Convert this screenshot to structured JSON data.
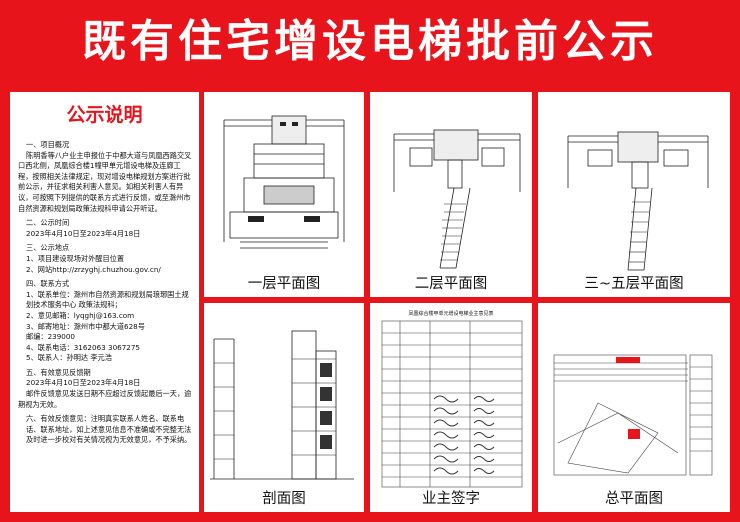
{
  "title": "既有住宅增设电梯批前公示",
  "notice": {
    "heading": "公示说明",
    "sections": [
      {
        "h": "一、项目概况",
        "lines": [
          "陈明香等八户业主申报位于中都大道与凤凰西路交叉口西北侧，凤凰综合楼1幢甲单元增设电梯及连廊工程，按照相关法律规定，现对增设电梯规划方案进行批前公示，并征求相关利害人意见。如相关利害人有异议，可按照下列提供的联系方式进行反馈，或至滁州市自然资源和规划局政策法规科申请公开听证。"
        ]
      },
      {
        "h": "二、公示时间",
        "lines": [
          "2023年4月10日至2023年4月18日"
        ]
      },
      {
        "h": "三、公示地点",
        "lines": [
          "1、项目建设现场对外醒目位置",
          "2、网站http://zrzyghj.chuzhou.gov.cn/"
        ]
      },
      {
        "h": "四、联系方式",
        "lines": [
          "1、联系单位：滁州市自然资源和规划局琅琊国土规划技术服务中心  政策法规科；",
          "2、意见邮箱：lyqghj@163.com",
          "3、邮寄地址：滁州市中都大道628号",
          "   邮编：239000",
          "4、联系电话：3162063   3067275",
          "5、联系人：孙明达  李元浩"
        ]
      },
      {
        "h": "五、有效意见反馈期",
        "lines": [
          "2023年4月10日至2023年4月18日",
          "邮件反馈意见发送日期不应超过反馈起最后一天，逾期视为无效。"
        ]
      },
      {
        "h": "六、有效反馈意见：注明真实联系人姓名、联系电话、联系地址，如上述意见信息不准确或不完整无法及时进一步校对有关情况视为无效意见，不予采纳。",
        "lines": []
      }
    ]
  },
  "captions": {
    "floor1": "一层平面图",
    "floor2": "二层平面图",
    "floor35": "三~五层平面图",
    "section": "剖面图",
    "signatures": "业主签字",
    "site": "总平面图"
  },
  "form": {
    "title": "凤凰综合楼甲单元增设电梯业主意见表"
  },
  "colors": {
    "accent": "#e8141c",
    "ink": "#111111"
  }
}
